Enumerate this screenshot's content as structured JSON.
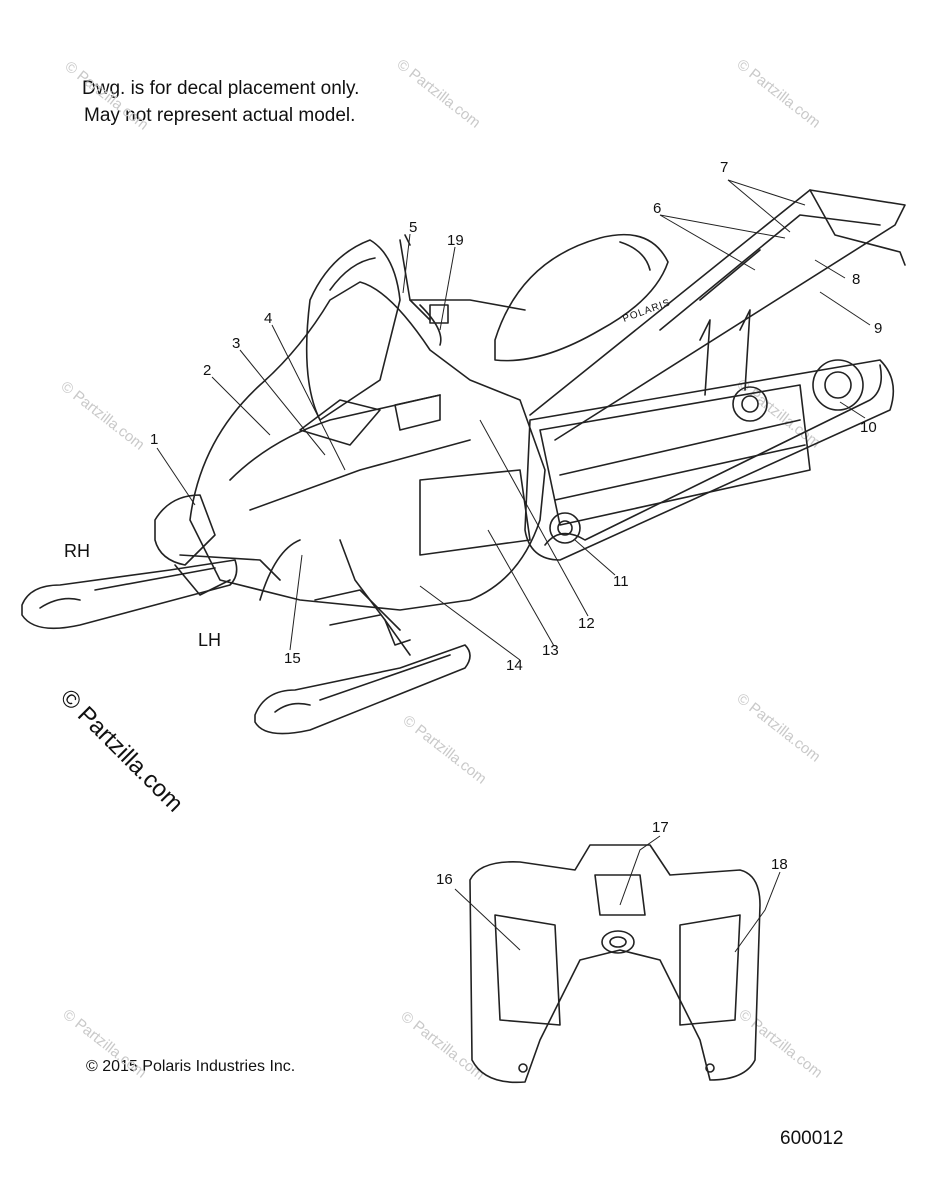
{
  "notes": {
    "line1": "Dwg. is for decal placement only.",
    "line2": "May not represent actual model."
  },
  "side_labels": {
    "rh": "RH",
    "lh": "LH"
  },
  "copyright": "© 2015 Polaris Industries Inc.",
  "drawing_number": "600012",
  "watermark": {
    "small": "© Partzilla.com",
    "large": "© Partzilla.com"
  },
  "seat_logo": "POLARIS",
  "callouts": [
    "1",
    "2",
    "3",
    "4",
    "5",
    "6",
    "7",
    "8",
    "9",
    "10",
    "11",
    "12",
    "13",
    "14",
    "15",
    "16",
    "17",
    "18",
    "19"
  ],
  "colors": {
    "line": "#222222",
    "watermark": "#c9c9c9",
    "background": "#ffffff"
  }
}
